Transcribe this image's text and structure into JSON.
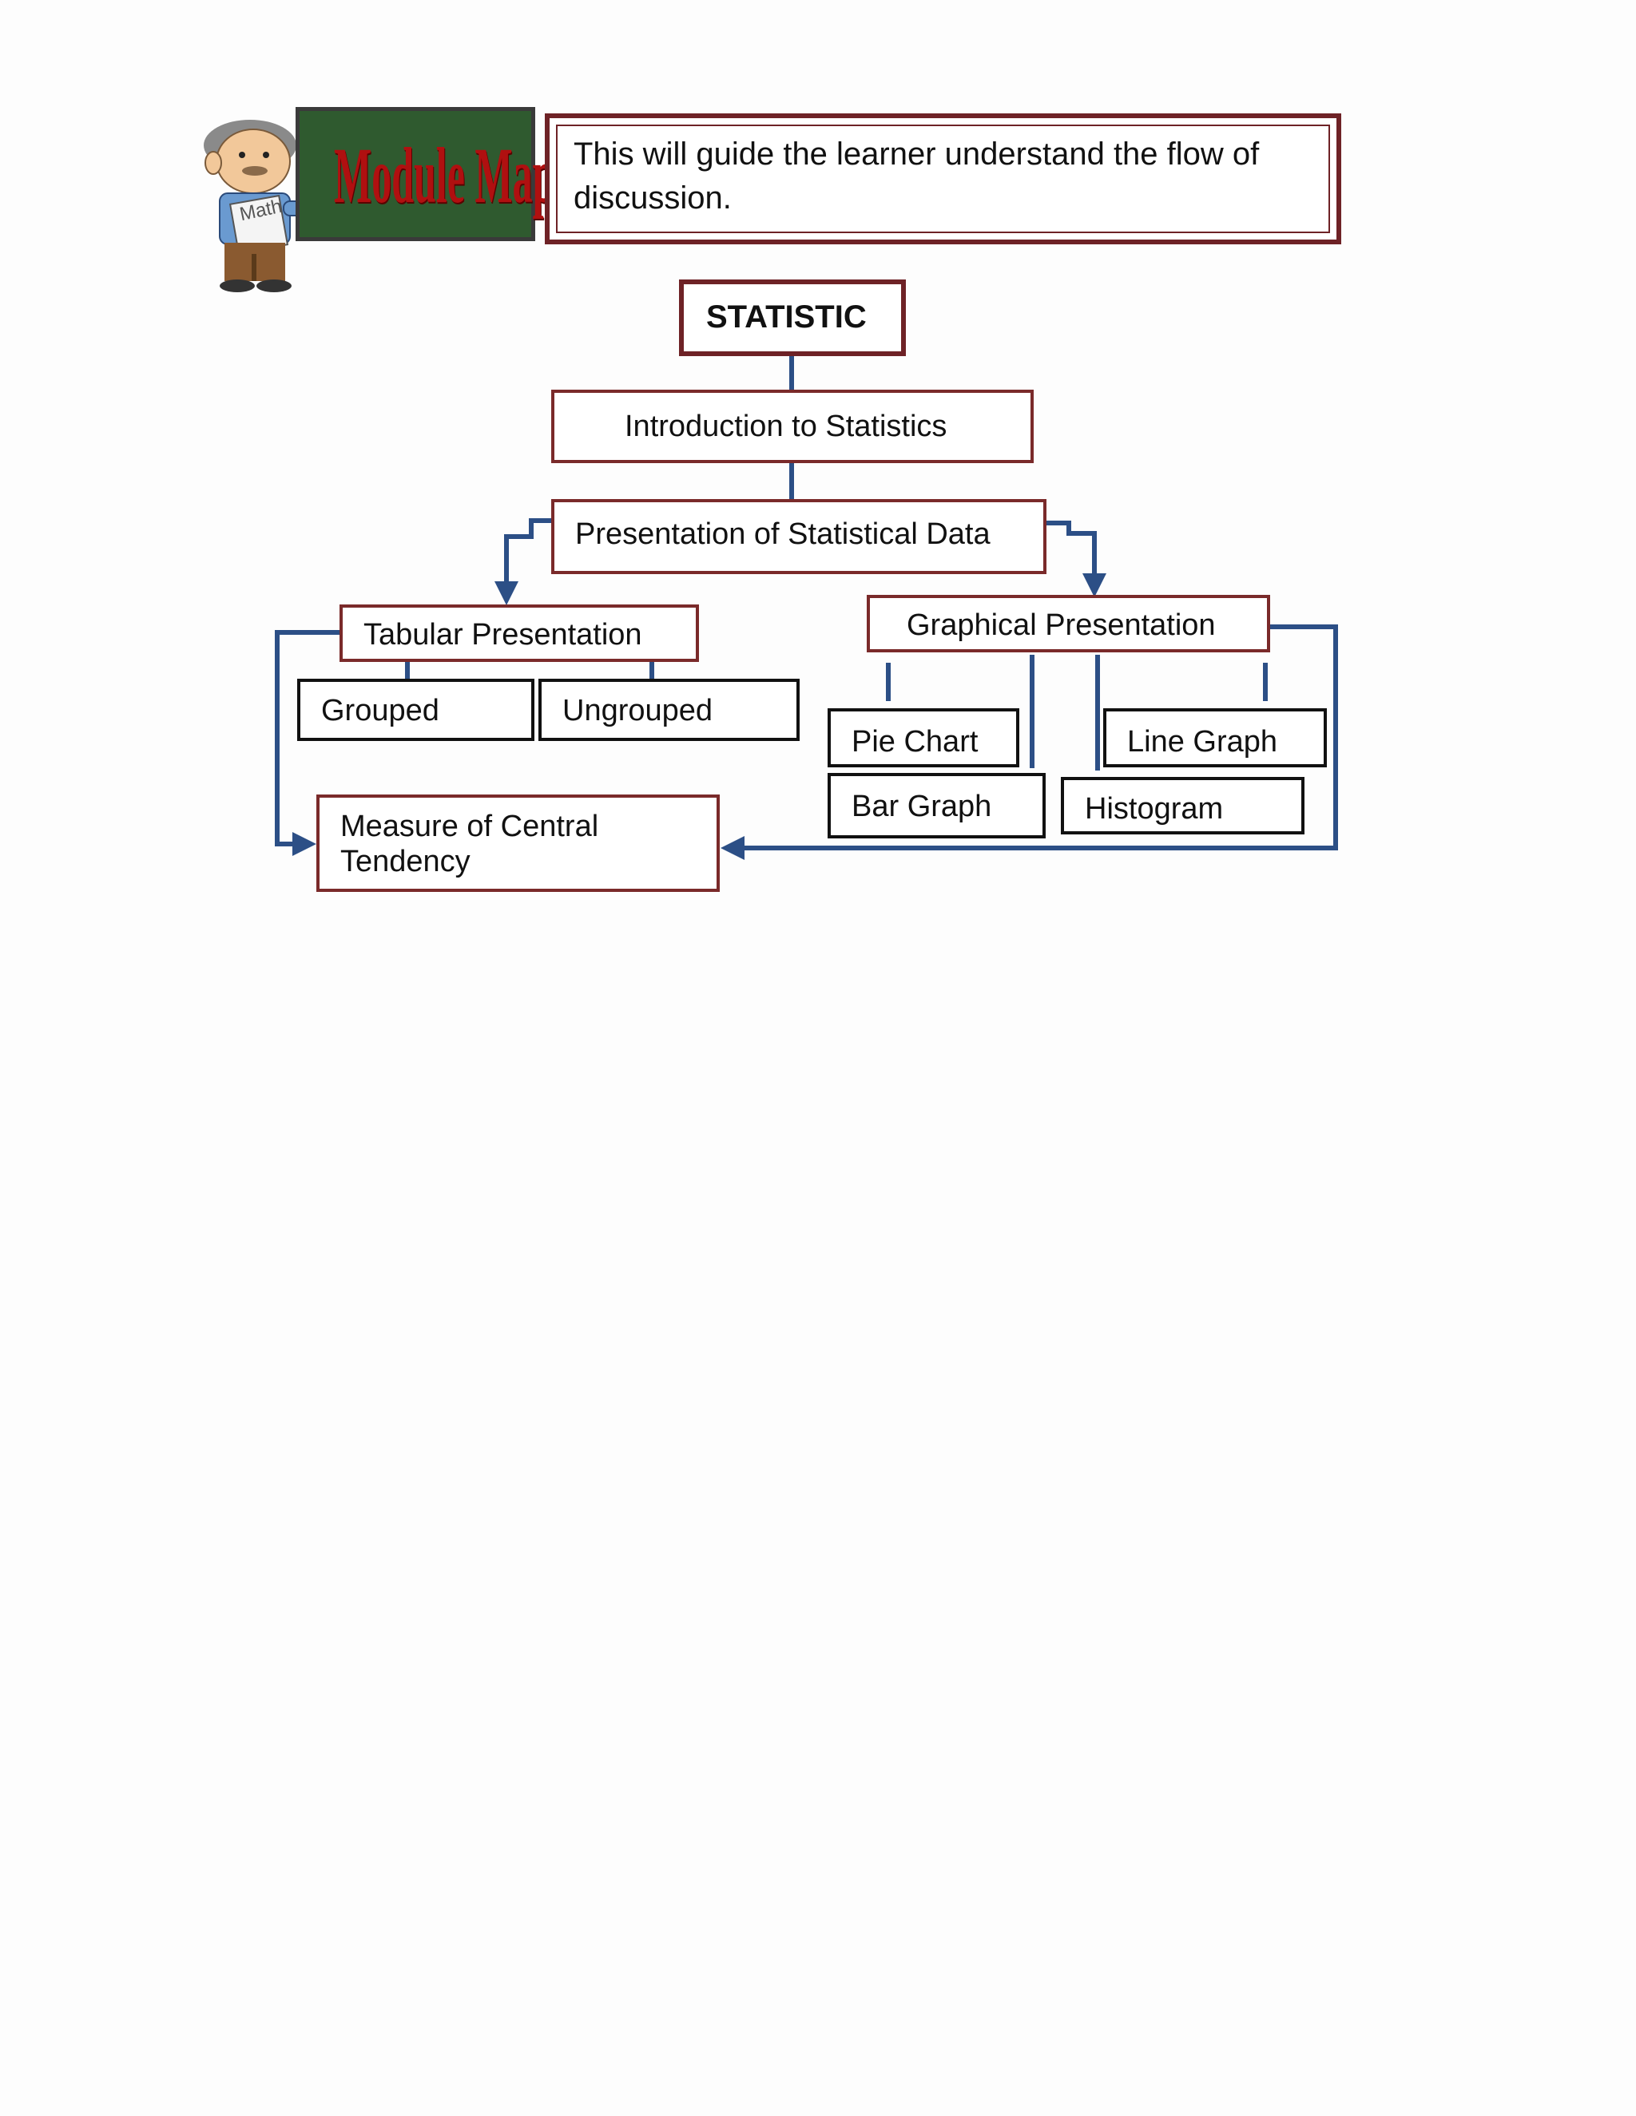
{
  "header": {
    "title": "Module Map",
    "board_word": "Math",
    "description": "This will guide the learner understand  the flow of discussion."
  },
  "colors": {
    "box_border_maroon": "#7a2a2a",
    "box_border_black": "#111111",
    "connector_blue": "#2c4f86",
    "title_red": "#b01010",
    "board_green": "#2f5a2f"
  },
  "diagram": {
    "root": "STATISTIC",
    "intro": "Introduction  to Statistics",
    "presentation": "Presentation of Statistical Data",
    "tabular": "Tabular  Presentation",
    "tabular_children": [
      "Grouped",
      "Ungrouped"
    ],
    "graphical": "Graphical Presentation",
    "graphical_children": [
      "Pie Chart",
      "Bar Graph",
      "Line Graph",
      "Histogram"
    ],
    "central_tendency_line1": "Measure of  Central",
    "central_tendency_line2": "Tendency"
  }
}
